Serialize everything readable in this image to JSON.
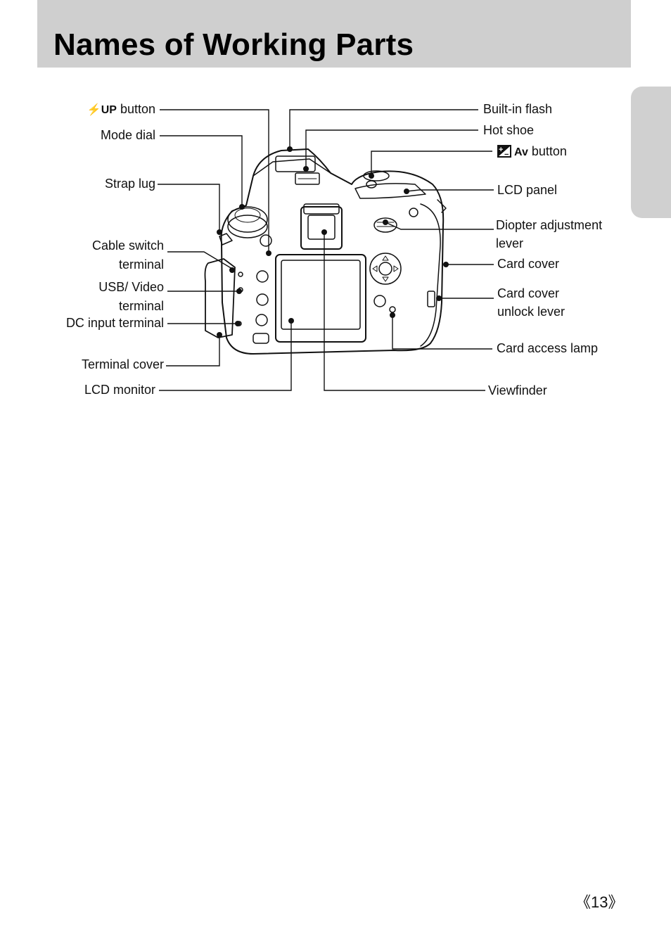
{
  "title": "Names of Working Parts",
  "labels": {
    "flash_up_symbol": "⚡UP",
    "flash_up_button": "button",
    "mode_dial": "Mode dial",
    "strap_lug": "Strap lug",
    "cable_switch_1": "Cable switch",
    "cable_switch_2": "terminal",
    "usb_video_1": "USB/ Video",
    "usb_video_2": "terminal",
    "dc_input": "DC input terminal",
    "terminal_cover": "Terminal cover",
    "lcd_monitor": "LCD monitor",
    "built_in_flash": "Built-in flash",
    "hot_shoe": "Hot shoe",
    "ev_av_symbol": "Av",
    "ev_av_button": "button",
    "lcd_panel": "LCD panel",
    "diopter_1": "Diopter adjustment",
    "diopter_2": "lever",
    "card_cover": "Card cover",
    "card_cover_unlock_1": "Card cover",
    "card_cover_unlock_2": "unlock lever",
    "card_access_lamp": "Card access lamp",
    "viewfinder": "Viewfinder"
  },
  "page_number": "《13》"
}
